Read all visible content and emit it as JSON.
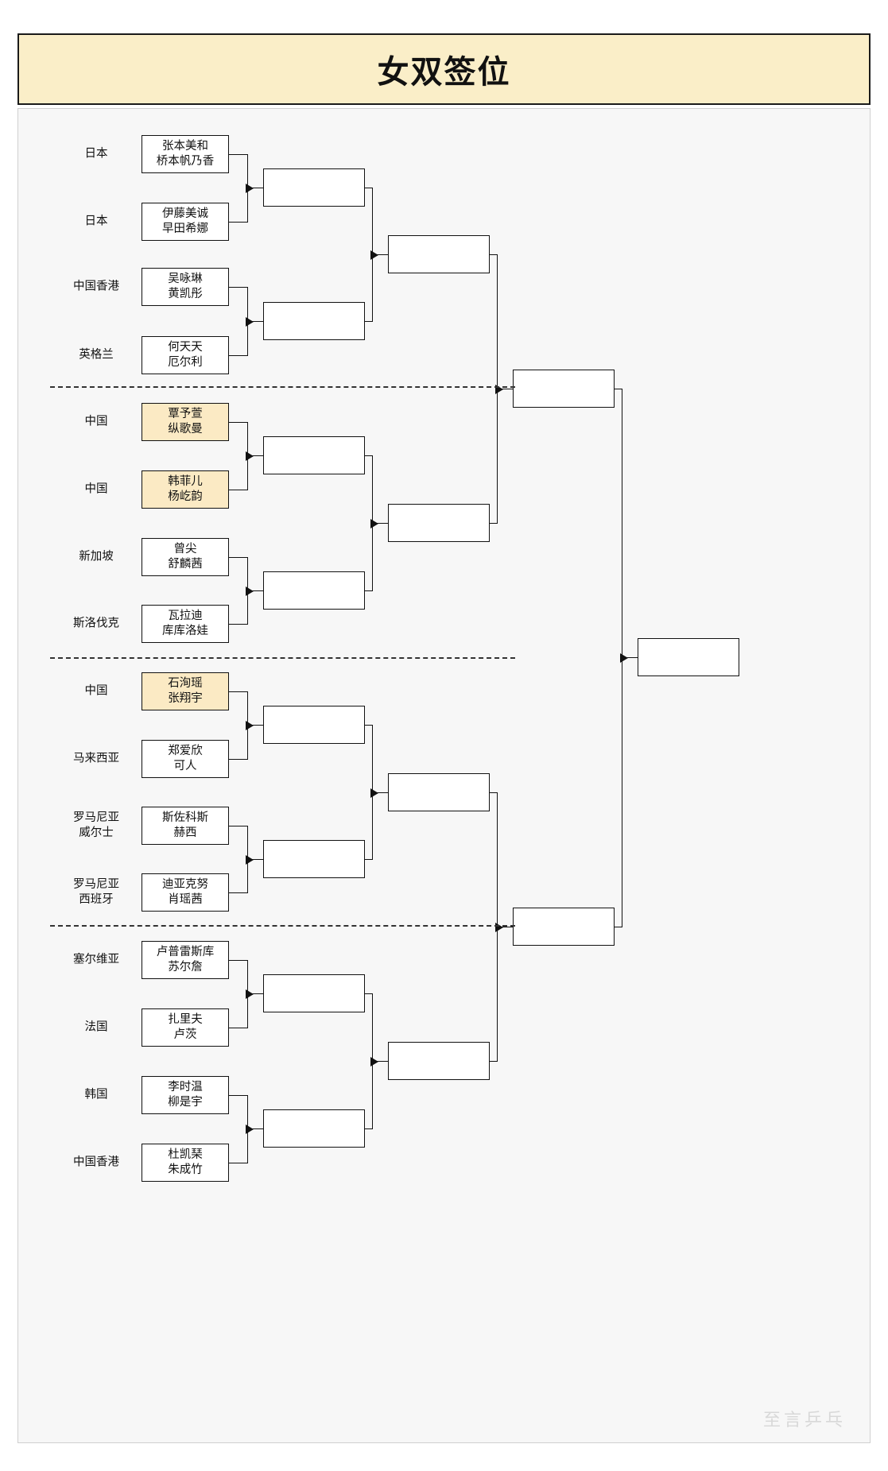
{
  "title": "女双签位",
  "watermark": "至言乒乓",
  "colors": {
    "title_background": "#faeec8",
    "highlight_background": "#fbeac4",
    "panel_background": "#f7f7f7",
    "line": "#111111"
  },
  "bracket": {
    "type": "single-elimination",
    "rounds": 5,
    "entries": [
      {
        "country": "日本",
        "players": [
          "张本美和",
          "桥本帆乃香"
        ],
        "highlight": false
      },
      {
        "country": "日本",
        "players": [
          "伊藤美诚",
          "早田希娜"
        ],
        "highlight": false
      },
      {
        "country": "中国香港",
        "players": [
          "吴咏琳",
          "黄凯彤"
        ],
        "highlight": false
      },
      {
        "country": "英格兰",
        "players": [
          "何天天",
          "厄尔利"
        ],
        "highlight": false
      },
      {
        "country": "中国",
        "players": [
          "覃予萱",
          "纵歌曼"
        ],
        "highlight": true
      },
      {
        "country": "中国",
        "players": [
          "韩菲儿",
          "杨屹韵"
        ],
        "highlight": true
      },
      {
        "country": "新加坡",
        "players": [
          "曾尖",
          "舒麟茜"
        ],
        "highlight": false
      },
      {
        "country": "斯洛伐克",
        "players": [
          "瓦拉迪",
          "库库洛娃"
        ],
        "highlight": false
      },
      {
        "country": "中国",
        "players": [
          "石洵瑶",
          "张翔宇"
        ],
        "highlight": true
      },
      {
        "country": "马来西亚",
        "players": [
          "郑爱欣",
          "可人"
        ],
        "highlight": false
      },
      {
        "country": "罗马尼亚\n威尔士",
        "players": [
          "斯佐科斯",
          "赫西"
        ],
        "highlight": false
      },
      {
        "country": "罗马尼亚\n西班牙",
        "players": [
          "迪亚克努",
          "肖瑶茜"
        ],
        "highlight": false
      },
      {
        "country": "塞尔维亚",
        "players": [
          "卢普雷斯库",
          "苏尔詹"
        ],
        "highlight": false
      },
      {
        "country": "法国",
        "players": [
          "扎里夫",
          "卢茨"
        ],
        "highlight": false
      },
      {
        "country": "韩国",
        "players": [
          "李时温",
          "柳是宇"
        ],
        "highlight": false
      },
      {
        "country": "中国香港",
        "players": [
          "杜凯琹",
          "朱成竹"
        ],
        "highlight": false
      }
    ],
    "round2_slots": [
      "",
      "",
      "",
      "",
      "",
      "",
      "",
      ""
    ],
    "round3_slots": [
      "",
      "",
      "",
      ""
    ],
    "round4_slots": [
      "",
      ""
    ],
    "final_slot": ""
  }
}
